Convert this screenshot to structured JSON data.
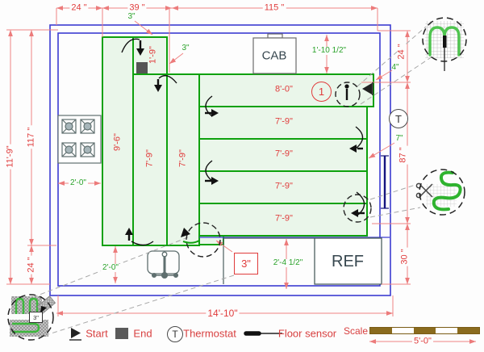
{
  "colors": {
    "wall": "#3c3cd2",
    "mat_line": "#0ea10e",
    "mat_fill": "#eaf6ea",
    "dim_line": "#f08484",
    "dim_text": "#e03c3c",
    "green_text": "#2aa22a",
    "fixture_text": "#37474f",
    "scale_bar": "#8a6b1e"
  },
  "dims": {
    "top": [
      "24 \"",
      "39 \"",
      "115 \""
    ],
    "left": [
      "11'-9\"",
      "117 \"",
      "24 \""
    ],
    "right": [
      "24 \"",
      "87 \"",
      "30 \""
    ],
    "bottom": "14'-10\""
  },
  "clearances": {
    "top_edge": "3\"",
    "right_edge": "3\"",
    "cab_to_mat": "1'-10 1/2\"",
    "mat_to_wall_top": "4\"",
    "mat_to_wall_right": "7\"",
    "stove_depth": "2'-0\"",
    "mat_to_bottom_wall": "2'-0\"",
    "sink_to_ref": "2'-4 1/2\"",
    "tail_width": "3\"",
    "detail_cut": "3\""
  },
  "mats": {
    "horizontal": [
      "8'-0\"",
      "7'-9\"",
      "7'-9\"",
      "7'-9\"",
      "7'-9\""
    ],
    "vertical": [
      "9'-6\"",
      "7'-9\"",
      "7'-9\""
    ],
    "vertical_head": "1'-9\""
  },
  "markers": {
    "circuit": "1",
    "thermostat": "T"
  },
  "fixtures": {
    "cabinet": "CAB",
    "refrigerator": "REF"
  },
  "legend": {
    "start": "Start",
    "end": "End",
    "thermostat": "Thermostat",
    "floor_sensor": "Floor sensor",
    "scale": "Scale",
    "scale_length": "5'-0\""
  }
}
